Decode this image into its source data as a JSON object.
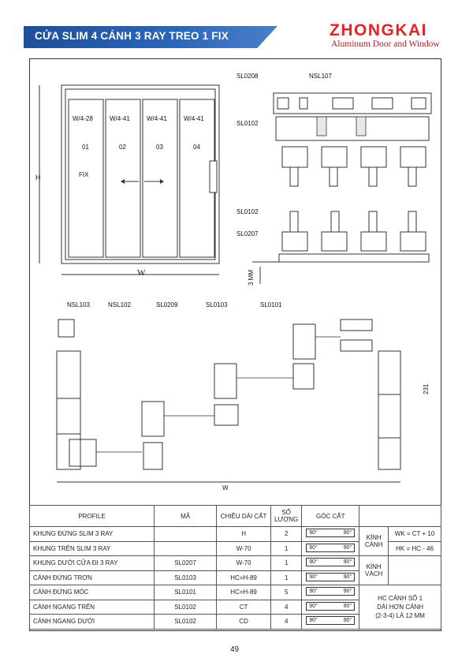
{
  "header": {
    "title": "CỬA SLIM 4 CÁNH 3 RAY TREO 1 FIX",
    "brand": "ZHONGKAI",
    "brand_tagline": "Aluminum Door and Window"
  },
  "elevation": {
    "panels": [
      {
        "width": "W/4-28",
        "number": "01",
        "note": "FIX"
      },
      {
        "width": "W/4-41",
        "number": "02",
        "note": ""
      },
      {
        "width": "W/4-41",
        "number": "03",
        "note": ""
      },
      {
        "width": "W/4-41",
        "number": "04",
        "note": ""
      }
    ],
    "height_label": "H",
    "width_label": "W"
  },
  "section_vertical": {
    "labels": {
      "top_frame": "SL0208",
      "cover": "NSL107",
      "rail_top": "SL0102",
      "rail_bottom": "SL0102",
      "bottom_frame": "SL0207"
    },
    "dimension": "3 MM"
  },
  "section_horizontal": {
    "labels": {
      "p1": "NSL103",
      "p2": "NSL102",
      "p3": "SL0209",
      "p4": "SL0103",
      "p5": "SL0101"
    },
    "dimension_height": "231",
    "dimension_width": "W"
  },
  "table": {
    "headers": {
      "profile": "PROFILE",
      "code": "MÃ",
      "length": "CHIỀU DÀI CẮT",
      "qty": "SỐ LƯỢNG",
      "angle": "GÓC CẮT"
    },
    "rows": [
      {
        "profile": "KHUNG ĐỨNG SLIM 3 RAY",
        "code": "",
        "length": "H",
        "qty": "2",
        "a1": "90°",
        "a2": "90°"
      },
      {
        "profile": "KHUNG TRÊN SLIM 3 RAY",
        "code": "",
        "length": "W-70",
        "qty": "1",
        "a1": "90°",
        "a2": "90°"
      },
      {
        "profile": "KHUNG DƯỚI CỬA ĐI 3 RAY",
        "code": "SL0207",
        "length": "W-70",
        "qty": "1",
        "a1": "90°",
        "a2": "90°"
      },
      {
        "profile": "CÁNH ĐỨNG TRƠN",
        "code": "SL0103",
        "length": "HC=H-89",
        "qty": "1",
        "a1": "90°",
        "a2": "90°"
      },
      {
        "profile": "CÁNH ĐỨNG MÓC",
        "code": "SL0101",
        "length": "HC=H-89",
        "qty": "5",
        "a1": "90°",
        "a2": "90°"
      },
      {
        "profile": "CÁNH NGANG TRÊN",
        "code": "SL0102",
        "length": "CT",
        "qty": "4",
        "a1": "90°",
        "a2": "90°"
      },
      {
        "profile": "CÁNH NGANG DƯỚI",
        "code": "SL0102",
        "length": "CD",
        "qty": "4",
        "a1": "90°",
        "a2": "90°"
      }
    ],
    "glass_leaf": "KÍNH CÁNH",
    "glass_fixed": "KÍNH VÁCH",
    "formula_wk": "WK = CT + 10",
    "formula_hk": "HK = HC - 46",
    "note_line1": "HC CÁNH SỐ 1",
    "note_line2": "DÀI HƠN CÁNH",
    "note_line3": "(2-3-4) LÀ  12 MM"
  },
  "page_number": "49"
}
